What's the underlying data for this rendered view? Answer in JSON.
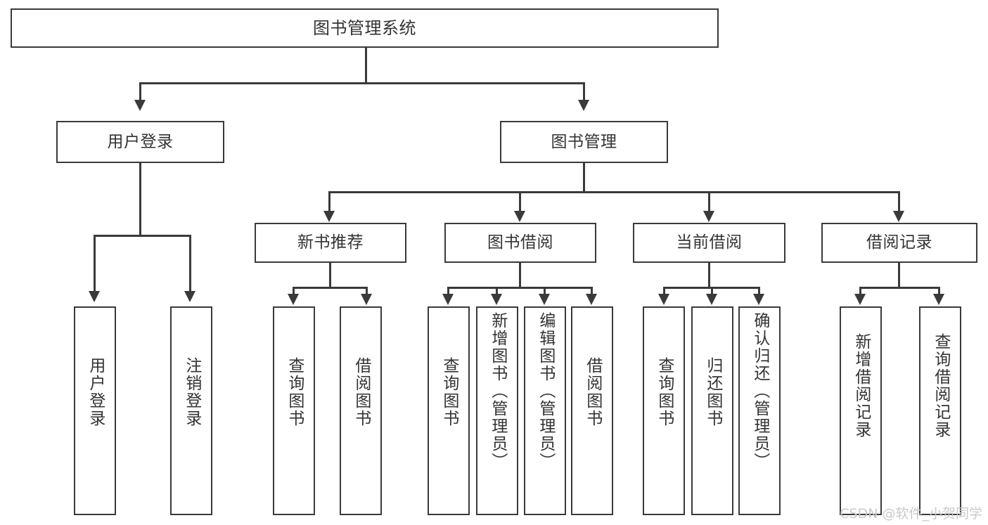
{
  "diagram": {
    "title": "图书管理系统",
    "type": "tree",
    "root": {
      "id": "root",
      "label": "图书管理系统"
    },
    "level1": [
      {
        "id": "user-login",
        "label": "用户登录"
      },
      {
        "id": "book-management",
        "label": "图书管理"
      }
    ],
    "level2": [
      {
        "id": "new-book-recommend",
        "label": "新书推荐",
        "parent": "book-management"
      },
      {
        "id": "book-borrow",
        "label": "图书借阅",
        "parent": "book-management"
      },
      {
        "id": "current-borrow",
        "label": "当前借阅",
        "parent": "book-management"
      },
      {
        "id": "borrow-record",
        "label": "借阅记录",
        "parent": "book-management"
      }
    ],
    "leaves": {
      "user_login": [
        {
          "id": "leaf-user-login",
          "label": "用户登录"
        },
        {
          "id": "leaf-user-logout",
          "label": "注销登录"
        }
      ],
      "new_book_recommend": [
        {
          "id": "leaf-query-book-1",
          "label": "查询图书"
        },
        {
          "id": "leaf-borrow-book-1",
          "label": "借阅图书"
        }
      ],
      "book_borrow": [
        {
          "id": "leaf-query-book-2",
          "label": "查询图书"
        },
        {
          "id": "leaf-add-book",
          "label": "新增图书（管理员）"
        },
        {
          "id": "leaf-edit-book",
          "label": "编辑图书（管理员）"
        },
        {
          "id": "leaf-borrow-book-2",
          "label": "借阅图书"
        }
      ],
      "current_borrow": [
        {
          "id": "leaf-query-book-3",
          "label": "查询图书"
        },
        {
          "id": "leaf-return-book",
          "label": "归还图书"
        },
        {
          "id": "leaf-confirm-return",
          "label": "确认归还（管理员）"
        }
      ],
      "borrow_record": [
        {
          "id": "leaf-add-record",
          "label": "新增借阅记录"
        },
        {
          "id": "leaf-query-record",
          "label": "查询借阅记录"
        }
      ]
    }
  },
  "watermark": {
    "text": "CSDN @软件_小贺同学",
    "color": "#c9c9c9"
  },
  "colors": {
    "stroke": "#3a3a3a",
    "text": "#333333",
    "background": "#ffffff"
  }
}
